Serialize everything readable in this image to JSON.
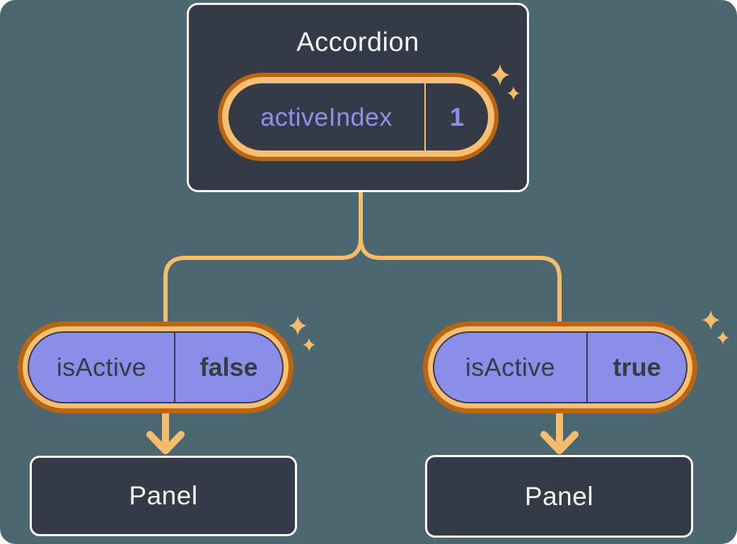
{
  "diagram": {
    "background_color": "#4D6770",
    "node_dark_color": "#343A46",
    "node_border_color": "#FFFFFF",
    "highlight_ring_dark": "#BC6510",
    "highlight_ring_light": "#F8BE72",
    "connector_color": "#F5BC6E",
    "prop_pill_color": "#8B8EE8",
    "state_text_color": "#8B90E9",
    "dark_text_color": "#363B45",
    "light_text_color": "#F6F7F9",
    "sparkle_icon_glyph": "✦"
  },
  "accordion": {
    "title": "Accordion",
    "state_pill": {
      "label": "activeIndex",
      "value": "1"
    }
  },
  "children": [
    {
      "prop_pill": {
        "label": "isActive",
        "value": "false"
      },
      "panel": {
        "title": "Panel"
      }
    },
    {
      "prop_pill": {
        "label": "isActive",
        "value": "true"
      },
      "panel": {
        "title": "Panel"
      }
    }
  ]
}
